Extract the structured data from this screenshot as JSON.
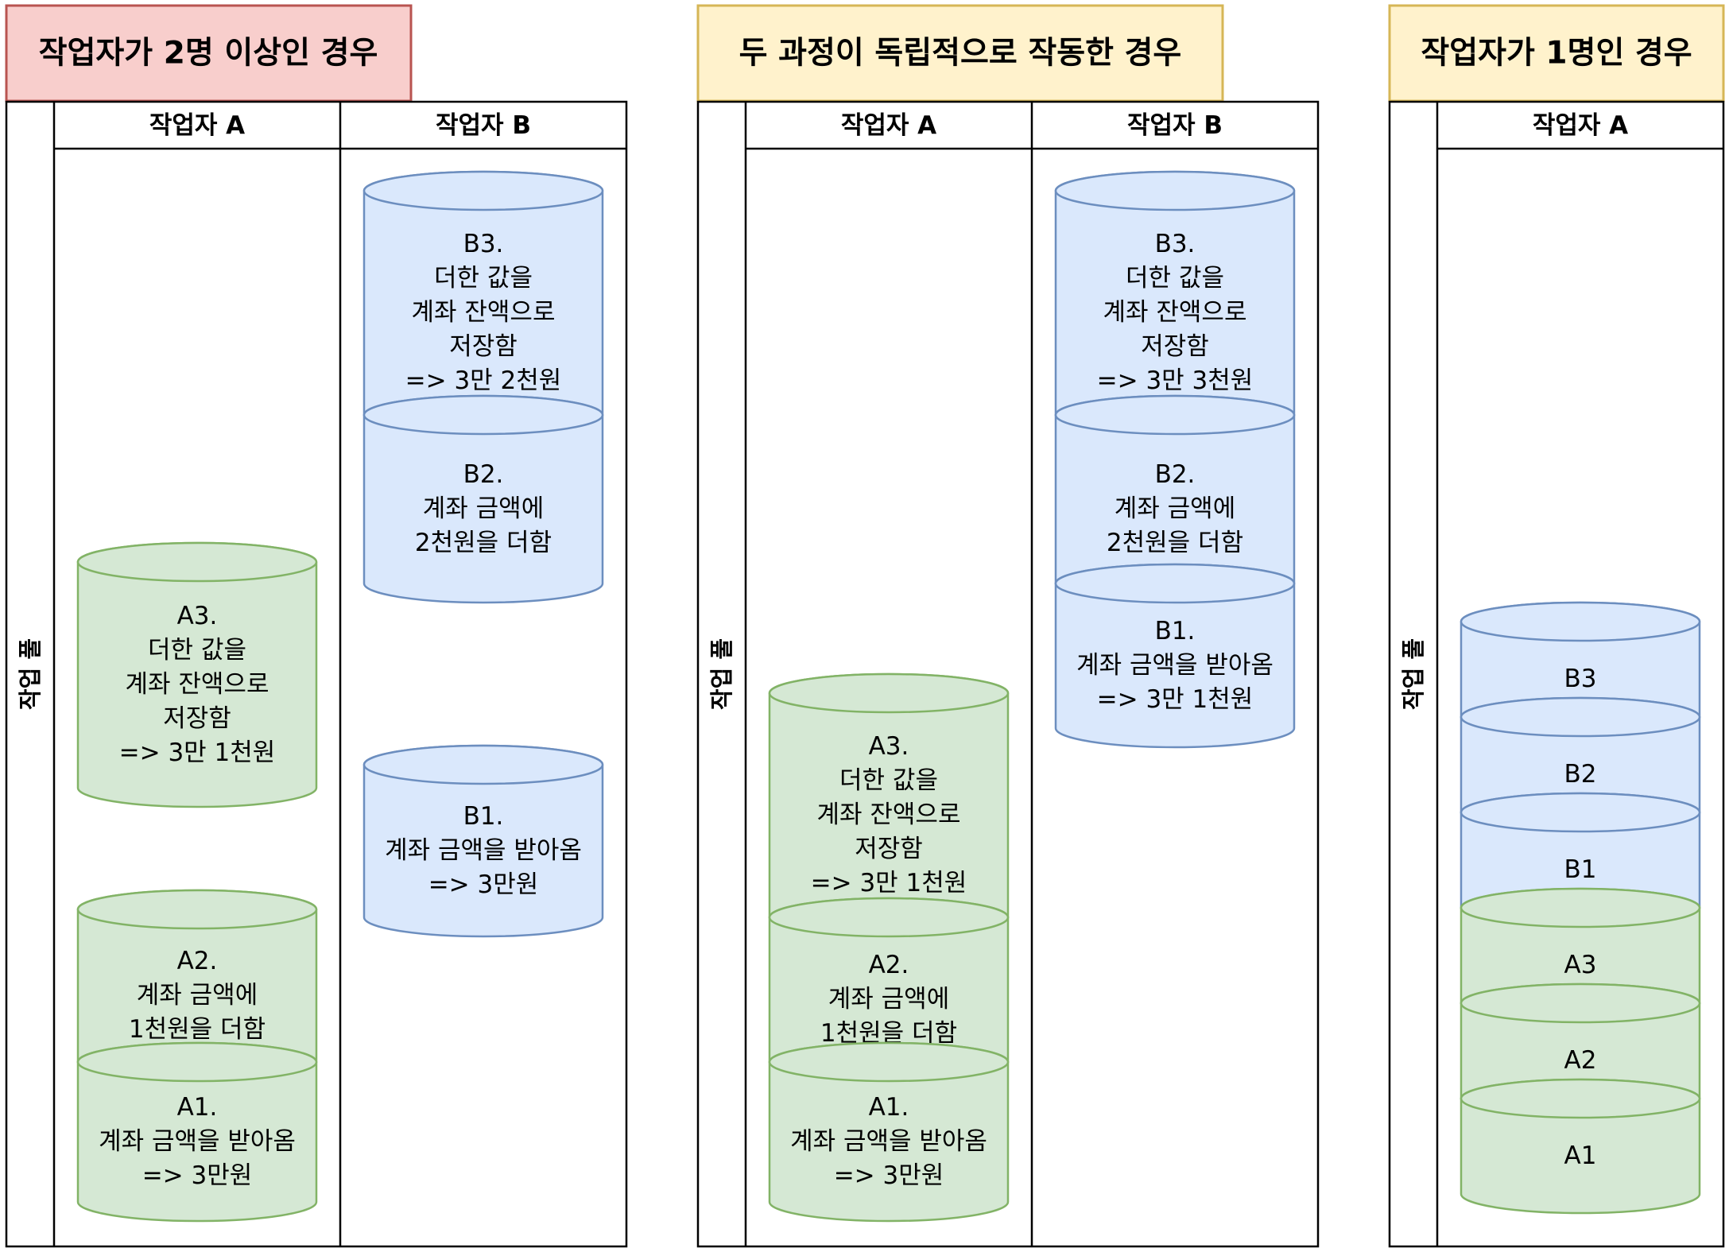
{
  "colors": {
    "red_title_fill": "#f8cecc",
    "red_title_stroke": "#b85450",
    "yellow_title_fill": "#fff2cc",
    "yellow_title_stroke": "#d6b656",
    "blue_fill": "#dae8fc",
    "blue_stroke": "#6c8ebf",
    "green_fill": "#d5e8d4",
    "green_stroke": "#82b366"
  },
  "panels": [
    {
      "title": "작업자가 2명 이상인 경우",
      "pool_label": "작업 풀",
      "lanes": [
        "작업자 A",
        "작업자 B"
      ],
      "cylinders": [
        {
          "id": "A3",
          "color": "green",
          "lines": [
            "A3.",
            "더한 값을",
            "계좌 잔액으로",
            "저장함",
            "=> 3만 1천원"
          ]
        },
        {
          "id": "A2",
          "color": "green",
          "lines": [
            "A2.",
            "계좌 금액에",
            "1천원을 더함"
          ]
        },
        {
          "id": "A1",
          "color": "green",
          "lines": [
            "A1.",
            "계좌 금액을 받아옴",
            "=> 3만원"
          ]
        },
        {
          "id": "B3",
          "color": "blue",
          "lines": [
            "B3.",
            "더한 값을",
            "계좌 잔액으로",
            "저장함",
            "=> 3만 2천원"
          ]
        },
        {
          "id": "B2",
          "color": "blue",
          "lines": [
            "B2.",
            "계좌 금액에",
            "2천원을 더함"
          ]
        },
        {
          "id": "B1",
          "color": "blue",
          "lines": [
            "B1.",
            "계좌 금액을 받아옴",
            "=> 3만원"
          ]
        }
      ]
    },
    {
      "title": "두 과정이 독립적으로 작동한 경우",
      "pool_label": "작업 풀",
      "lanes": [
        "작업자 A",
        "작업자 B"
      ],
      "cylinders": [
        {
          "id": "B3",
          "color": "blue",
          "lines": [
            "B3.",
            "더한 값을",
            "계좌 잔액으로",
            "저장함",
            "=> 3만 3천원"
          ]
        },
        {
          "id": "B2",
          "color": "blue",
          "lines": [
            "B2.",
            "계좌 금액에",
            "2천원을 더함"
          ]
        },
        {
          "id": "B1",
          "color": "blue",
          "lines": [
            "B1.",
            "계좌 금액을 받아옴",
            "=> 3만 1천원"
          ]
        },
        {
          "id": "A3",
          "color": "green",
          "lines": [
            "A3.",
            "더한 값을",
            "계좌 잔액으로",
            "저장함",
            "=> 3만 1천원"
          ]
        },
        {
          "id": "A2",
          "color": "green",
          "lines": [
            "A2.",
            "계좌 금액에",
            "1천원을 더함"
          ]
        },
        {
          "id": "A1",
          "color": "green",
          "lines": [
            "A1.",
            "계좌 금액을 받아옴",
            "=> 3만원"
          ]
        }
      ]
    },
    {
      "title": "작업자가 1명인 경우",
      "pool_label": "작업 풀",
      "lanes": [
        "작업자 A"
      ],
      "cylinders": [
        {
          "id": "B3",
          "color": "blue",
          "lines": [
            "B3"
          ]
        },
        {
          "id": "B2",
          "color": "blue",
          "lines": [
            "B2"
          ]
        },
        {
          "id": "B1",
          "color": "blue",
          "lines": [
            "B1"
          ]
        },
        {
          "id": "A3",
          "color": "green",
          "lines": [
            "A3"
          ]
        },
        {
          "id": "A2",
          "color": "green",
          "lines": [
            "A2"
          ]
        },
        {
          "id": "A1",
          "color": "green",
          "lines": [
            "A1"
          ]
        }
      ]
    }
  ]
}
